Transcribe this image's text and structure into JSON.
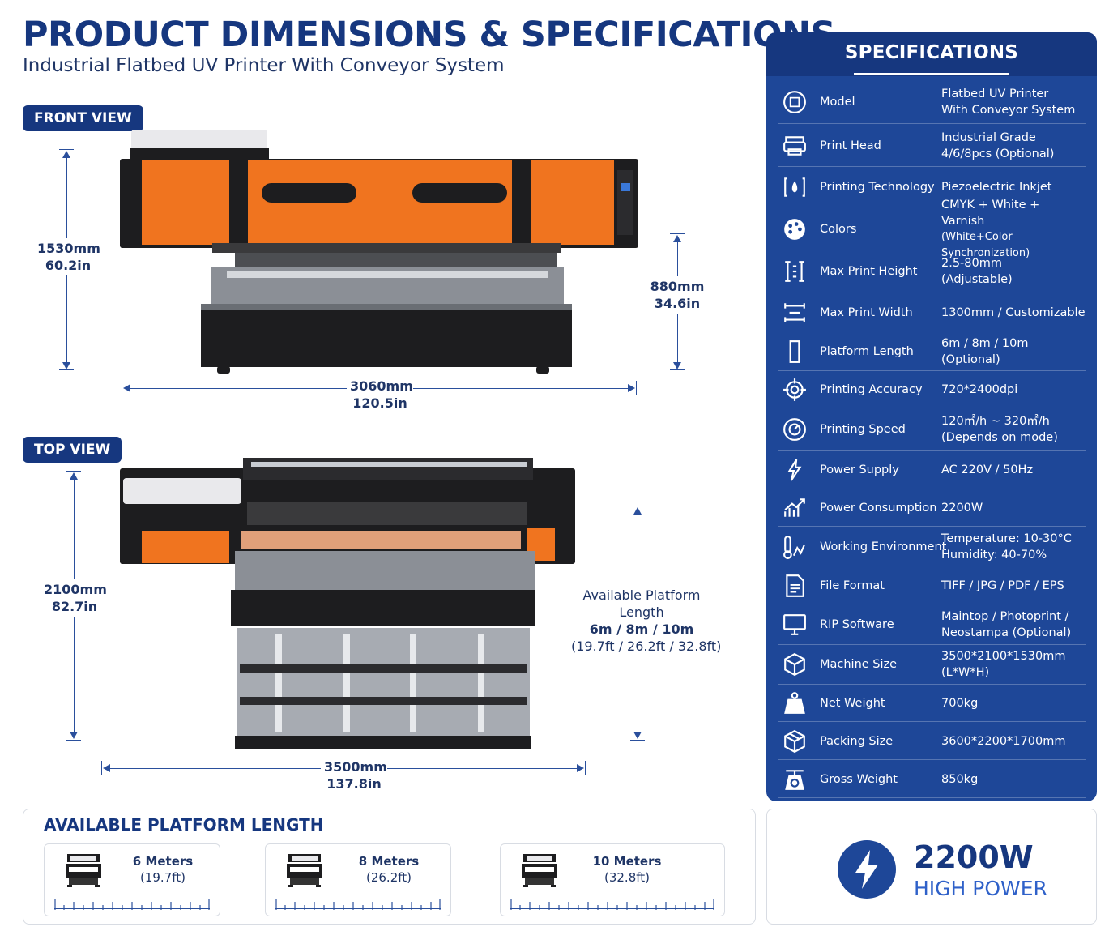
{
  "header": {
    "title": "PRODUCT DIMENSIONS & SPECIFICATIONS",
    "subtitle": "Industrial Flatbed UV Printer With Conveyor System"
  },
  "front_view": {
    "label": "FRONT VIEW",
    "height_mm": "1530mm",
    "height_in": "60.2in",
    "table_height_mm": "880mm",
    "table_height_in": "34.6in",
    "width_mm": "3060mm",
    "width_in": "120.5in"
  },
  "top_view": {
    "label": "TOP VIEW",
    "depth_mm": "2100mm",
    "depth_in": "82.7in",
    "length_mm": "3500mm",
    "length_in": "137.8in",
    "platform_line1": "Available Platform",
    "platform_line2": "Length",
    "platform_options": "6m / 8m / 10m",
    "platform_options_ft": "(19.7ft / 26.2ft / 32.8ft)"
  },
  "specs": {
    "title": "SPECIFICATIONS",
    "rows": [
      {
        "icon": "model-icon",
        "label": "Model",
        "value": "Flatbed UV Printer\nWith Conveyor System"
      },
      {
        "icon": "print-head-icon",
        "label": "Print Head",
        "value": "Industrial Grade\n4/6/8pcs (Optional)"
      },
      {
        "icon": "printing-technology-icon",
        "label": "Printing Technology",
        "value": "Piezoelectric Inkjet"
      },
      {
        "icon": "colors-icon",
        "label": "Colors",
        "value": "CMYK + White + Varnish\n(White+Color Synchronization)"
      },
      {
        "icon": "max-print-height-icon",
        "label": "Max Print Height",
        "value": "2.5-80mm\n(Adjustable)"
      },
      {
        "icon": "max-print-width-icon",
        "label": "Max Print Width",
        "value": "1300mm / Customizable"
      },
      {
        "icon": "platform-length-icon",
        "label": "Platform Length",
        "value": "6m / 8m / 10m\n(Optional)"
      },
      {
        "icon": "printing-accuracy-icon",
        "label": "Printing Accuracy",
        "value": "720*2400dpi"
      },
      {
        "icon": "printing-speed-icon",
        "label": "Printing Speed",
        "value": "120㎡/h ~ 320㎡/h\n(Depends on mode)"
      },
      {
        "icon": "power-supply-icon",
        "label": "Power Supply",
        "value": "AC 220V / 50Hz"
      },
      {
        "icon": "power-consumption-icon",
        "label": "Power Consumption",
        "value": "2200W"
      },
      {
        "icon": "working-environment-icon",
        "label": "Working Environment",
        "value": "Temperature: 10-30°C\nHumidity: 40-70%"
      },
      {
        "icon": "file-format-icon",
        "label": "File Format",
        "value": "TIFF / JPG / PDF / EPS"
      },
      {
        "icon": "rip-software-icon",
        "label": "RIP Software",
        "value": "Maintop / Photoprint /\nNeostampa (Optional)"
      },
      {
        "icon": "machine-size-icon",
        "label": "Machine Size",
        "value": "3500*2100*1530mm\n(L*W*H)"
      },
      {
        "icon": "net-weight-icon",
        "label": "Net Weight",
        "value": "700kg"
      },
      {
        "icon": "packing-size-icon",
        "label": "Packing Size",
        "value": "3600*2200*1700mm"
      },
      {
        "icon": "gross-weight-icon",
        "label": "Gross Weight",
        "value": "850kg"
      }
    ]
  },
  "platform": {
    "title": "AVAILABLE PLATFORM LENGTH",
    "options": [
      {
        "name": "6 Meters",
        "sub": "(19.7ft)"
      },
      {
        "name": "8 Meters",
        "sub": "(26.2ft)"
      },
      {
        "name": "10 Meters",
        "sub": "(32.8ft)"
      }
    ]
  },
  "power": {
    "value": "2200W",
    "label": "HIGH POWER"
  },
  "colors": {
    "navy": "#16377f",
    "panel_blue": "#1e4798",
    "machine_orange": "#f0741f",
    "machine_black": "#1d1d1f"
  }
}
